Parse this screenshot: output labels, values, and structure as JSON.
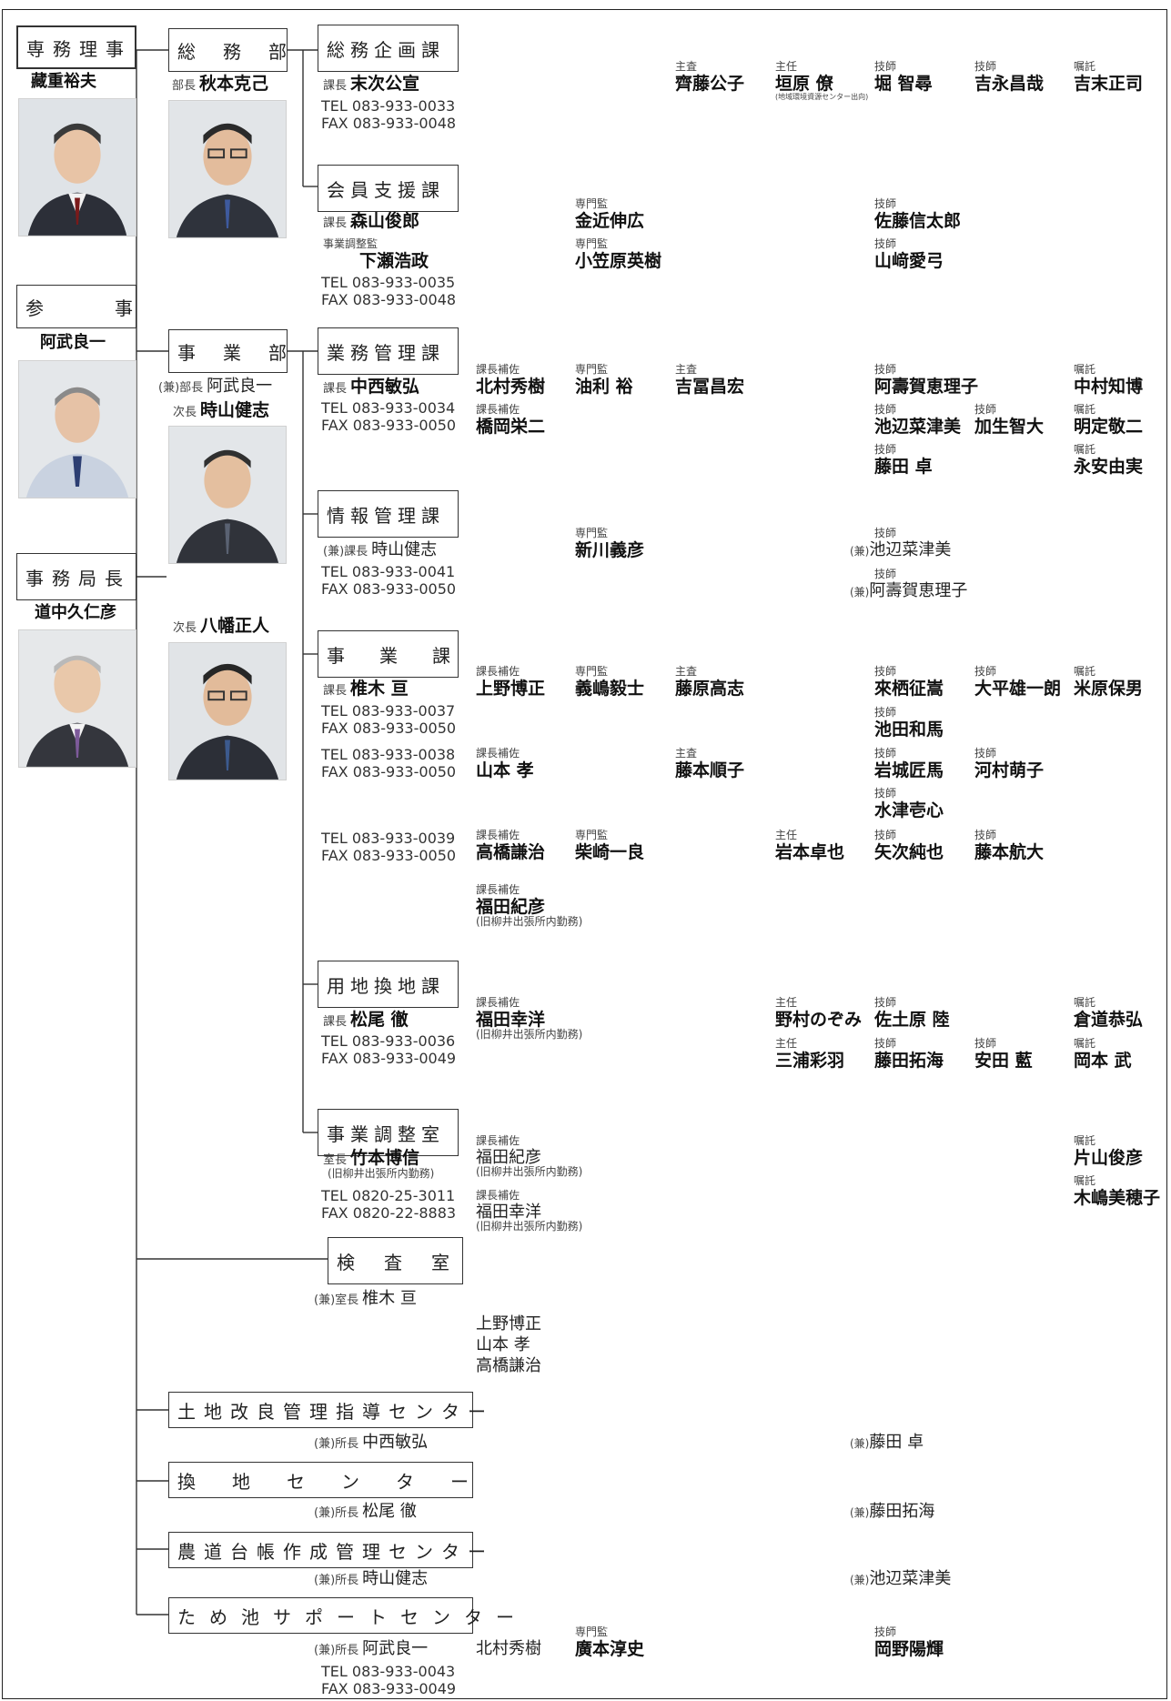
{
  "left": {
    "senmu": {
      "title": "専務理事",
      "name": "藏重裕夫"
    },
    "sanji": {
      "title": "参事",
      "name": "阿武良一"
    },
    "jimukyokucho": {
      "title": "事務局長",
      "name": "道中久仁彦"
    }
  },
  "departments": {
    "somu": {
      "name": "総務部",
      "head_label": "部長",
      "head_name": "秋本克己"
    },
    "jigyo": {
      "name": "事業部",
      "head_label": "(兼)部長",
      "head_name": "阿武良一",
      "deputy1_label": "次長",
      "deputy1_name": "時山健志",
      "deputy2_label": "次長",
      "deputy2_name": "八幡正人"
    }
  },
  "sections": {
    "somukikaku": {
      "name": "総務企画課",
      "chief_label": "課長",
      "chief_name": "末次公宣",
      "tel": "TEL 083-933-0033",
      "fax": "FAX 083-933-0048",
      "shusa_label": "主査",
      "shusa_name": "齊藤公子",
      "shunin_label": "主任",
      "shunin_name": "垣原 僚",
      "shunin_note": "(地域環境資源センター出向)",
      "gishi1_label": "技師",
      "gishi1_name": "堀 智尋",
      "gishi2_label": "技師",
      "gishi2_name": "吉永昌哉",
      "shokutaku_label": "嘱託",
      "shokutaku_name": "吉末正司"
    },
    "kaiinshien": {
      "name": "会員支援課",
      "chief_label": "課長",
      "chief_name": "森山俊郎",
      "coord_label": "事業調整監",
      "coord_name": "下瀬浩政",
      "tel": "TEL 083-933-0035",
      "fax": "FAX 083-933-0048",
      "senmon1_label": "専門監",
      "senmon1_name": "金近伸広",
      "senmon2_label": "専門監",
      "senmon2_name": "小笠原英樹",
      "gishi1_label": "技師",
      "gishi1_name": "佐藤信太郎",
      "gishi2_label": "技師",
      "gishi2_name": "山﨑愛弓"
    },
    "gyomukanri": {
      "name": "業務管理課",
      "chief_label": "課長",
      "chief_name": "中西敏弘",
      "tel": "TEL 083-933-0034",
      "fax": "FAX 083-933-0050",
      "hosa1_label": "課長補佐",
      "hosa1_name": "北村秀樹",
      "hosa2_label": "課長補佐",
      "hosa2_name": "橋岡栄二",
      "senmon_label": "専門監",
      "senmon_name": "油利 裕",
      "shusa_label": "主査",
      "shusa_name": "吉冨昌宏",
      "gishi1_label": "技師",
      "gishi1_name": "阿壽賀恵理子",
      "gishi2_label": "技師",
      "gishi2_name": "池辺菜津美",
      "gishi3_label": "技師",
      "gishi3_name": "加生智大",
      "gishi4_label": "技師",
      "gishi4_name": "藤田 卓",
      "shokutaku1_label": "嘱託",
      "shokutaku1_name": "中村知博",
      "shokutaku2_label": "嘱託",
      "shokutaku2_name": "明定敬二",
      "shokutaku3_label": "嘱託",
      "shokutaku3_name": "永安由実"
    },
    "johokanri": {
      "name": "情報管理課",
      "chief_label": "(兼)課長",
      "chief_name": "時山健志",
      "tel": "TEL 083-933-0041",
      "fax": "FAX 083-933-0050",
      "senmon_label": "専門監",
      "senmon_name": "新川義彦",
      "gishi1_label": "技師",
      "gishi1_prefix": "(兼)",
      "gishi1_name": "池辺菜津美",
      "gishi2_label": "技師",
      "gishi2_prefix": "(兼)",
      "gishi2_name": "阿壽賀恵理子"
    },
    "jigyoka": {
      "name": "事業課",
      "chief_label": "課長",
      "chief_name": "椎木 亘",
      "tel1": "TEL 083-933-0037",
      "fax1": "FAX 083-933-0050",
      "tel2": "TEL 083-933-0038",
      "fax2": "FAX 083-933-0050",
      "tel3": "TEL 083-933-0039",
      "fax3": "FAX 083-933-0050",
      "hosa1_label": "課長補佐",
      "hosa1_name": "上野博正",
      "hosa2_label": "課長補佐",
      "hosa2_name": "山本 孝",
      "hosa3_label": "課長補佐",
      "hosa3_name": "高橋謙治",
      "hosa4_label": "課長補佐",
      "hosa4_name": "福田紀彦",
      "hosa4_note": "(旧柳井出張所内勤務)",
      "senmon1_label": "専門監",
      "senmon1_name": "義嶋毅士",
      "senmon2_label": "専門監",
      "senmon2_name": "柴崎一良",
      "shusa1_label": "主査",
      "shusa1_name": "藤原高志",
      "shusa2_label": "主査",
      "shusa2_name": "藤本順子",
      "shunin_label": "主任",
      "shunin_name": "岩本卓也",
      "gishi1_label": "技師",
      "gishi1_name": "來栖征嵩",
      "gishi2_label": "技師",
      "gishi2_name": "大平雄一朗",
      "gishi3_label": "技師",
      "gishi3_name": "池田和馬",
      "gishi4_label": "技師",
      "gishi4_name": "岩城匠馬",
      "gishi5_label": "技師",
      "gishi5_name": "河村萌子",
      "gishi6_label": "技師",
      "gishi6_name": "水津壱心",
      "gishi7_label": "技師",
      "gishi7_name": "矢次純也",
      "gishi8_label": "技師",
      "gishi8_name": "藤本航大",
      "shokutaku_label": "嘱託",
      "shokutaku_name": "米原保男"
    },
    "yochikanchi": {
      "name": "用地換地課",
      "chief_label": "課長",
      "chief_name": "松尾 徹",
      "tel": "TEL 083-933-0036",
      "fax": "FAX 083-933-0049",
      "hosa_label": "課長補佐",
      "hosa_name": "福田幸洋",
      "hosa_note": "(旧柳井出張所内勤務)",
      "shunin1_label": "主任",
      "shunin1_name": "野村のぞみ",
      "shunin2_label": "主任",
      "shunin2_name": "三浦彩羽",
      "gishi1_label": "技師",
      "gishi1_name": "佐土原 陸",
      "gishi2_label": "技師",
      "gishi2_name": "藤田拓海",
      "gishi3_label": "技師",
      "gishi3_name": "安田 藍",
      "shokutaku1_label": "嘱託",
      "shokutaku1_name": "倉道恭弘",
      "shokutaku2_label": "嘱託",
      "shokutaku2_name": "岡本 武"
    },
    "jigyochosei": {
      "name": "事業調整室",
      "chief_label": "室長",
      "chief_name": "竹本博信",
      "chief_note": "(旧柳井出張所内勤務)",
      "tel": "TEL 0820-25-3011",
      "fax": "FAX 0820-22-8883",
      "hosa1_label": "課長補佐",
      "hosa1_name": "福田紀彦",
      "hosa1_note": "(旧柳井出張所内勤務)",
      "hosa2_label": "課長補佐",
      "hosa2_name": "福田幸洋",
      "hosa2_note": "(旧柳井出張所内勤務)",
      "shokutaku1_label": "嘱託",
      "shokutaku1_name": "片山俊彦",
      "shokutaku2_label": "嘱託",
      "shokutaku2_name": "木嶋美穂子"
    },
    "kensa": {
      "name": "検査室",
      "chief_label": "(兼)室長",
      "chief_name": "椎木 亘",
      "members": [
        "上野博正",
        "山本 孝",
        "高橋謙治"
      ]
    }
  },
  "centers": {
    "tochikairyo": {
      "name": "土地改良管理指導センター",
      "head_label": "(兼)所長",
      "head_name": "中西敏弘",
      "member_prefix": "(兼)",
      "member_name": "藤田 卓"
    },
    "kanchi": {
      "name": "換地センター",
      "head_label": "(兼)所長",
      "head_name": "松尾 徹",
      "member_prefix": "(兼)",
      "member_name": "藤田拓海"
    },
    "nodo": {
      "name": "農道台帳作成管理センター",
      "head_label": "(兼)所長",
      "head_name": "時山健志",
      "member_prefix": "(兼)",
      "member_name": "池辺菜津美"
    },
    "tameike": {
      "name": "ため池サポートセンター",
      "head_label": "(兼)所長",
      "head_name": "阿武良一",
      "member1_name": "北村秀樹",
      "senmon_label": "専門監",
      "senmon_name": "廣本淳史",
      "gishi_label": "技師",
      "gishi_name": "岡野陽輝",
      "tel": "TEL 083-933-0043",
      "fax": "FAX 083-933-0049"
    }
  }
}
